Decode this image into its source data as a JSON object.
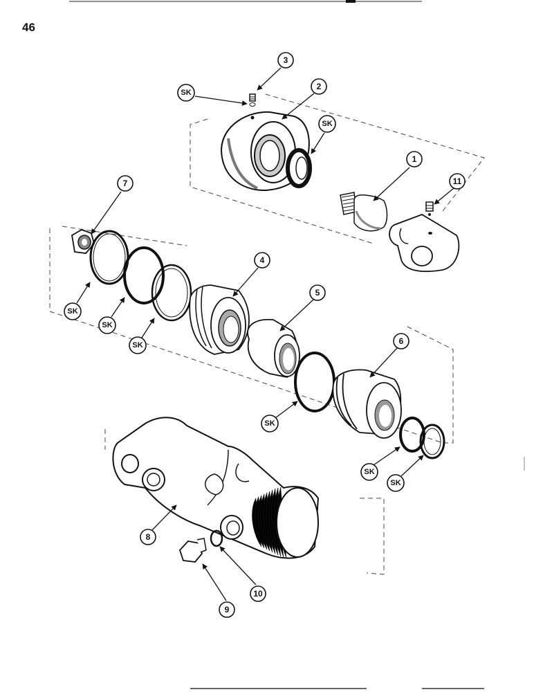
{
  "page": {
    "number": "46"
  },
  "colors": {
    "ink": "#111111",
    "paper": "#ffffff",
    "shade": "#9a9a9a"
  },
  "callouts": {
    "n1": "1",
    "n2": "2",
    "n3": "3",
    "n4": "4",
    "n5": "5",
    "n6": "6",
    "n7": "7",
    "n8": "8",
    "n9": "9",
    "n10": "10",
    "n11": "11",
    "sk": "SK"
  }
}
